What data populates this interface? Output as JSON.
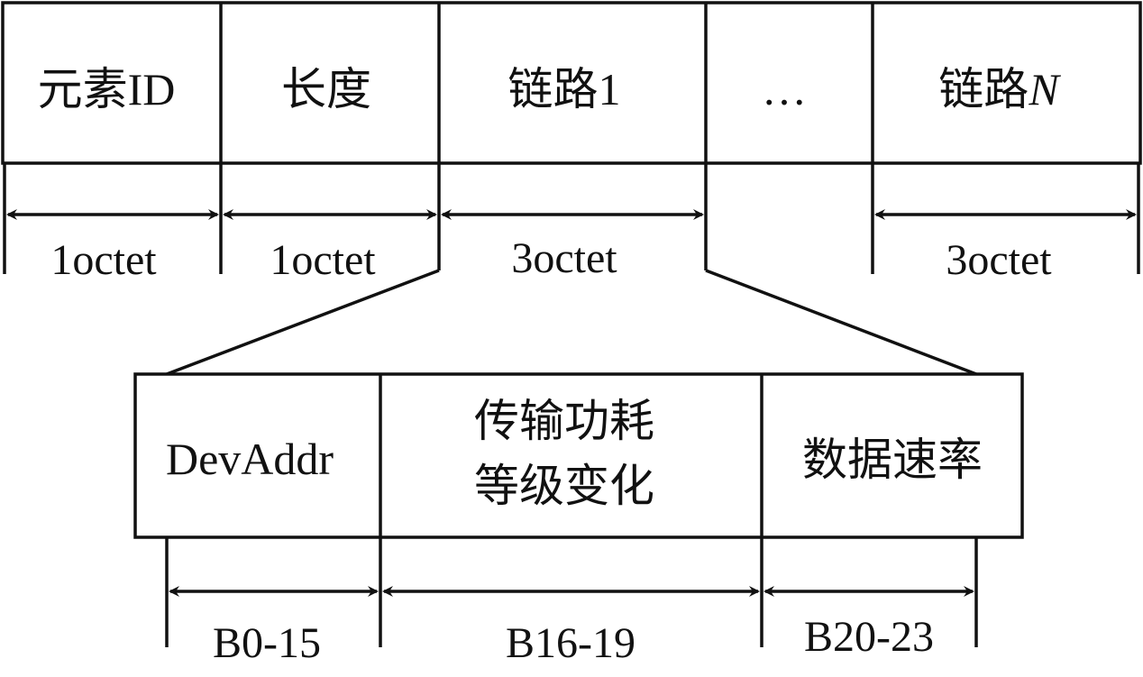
{
  "frame": {
    "fields": [
      {
        "label": "元素ID",
        "width": "1octet"
      },
      {
        "label": "长度",
        "width": "1octet"
      },
      {
        "label": "链路1",
        "width": "3octet"
      },
      {
        "label": "…",
        "width": ""
      },
      {
        "label": "链路",
        "label_var": "N",
        "width": "3octet"
      }
    ]
  },
  "link_detail": {
    "fields": [
      {
        "label_lines": [
          "DevAddr"
        ],
        "bits": "B0-15"
      },
      {
        "label_lines": [
          "传输功耗",
          "等级变化"
        ],
        "bits": "B16-19"
      },
      {
        "label_lines": [
          "数据速率"
        ],
        "bits": "B20-23"
      }
    ]
  },
  "colors": {
    "stroke": "#111111",
    "background": "#ffffff"
  }
}
